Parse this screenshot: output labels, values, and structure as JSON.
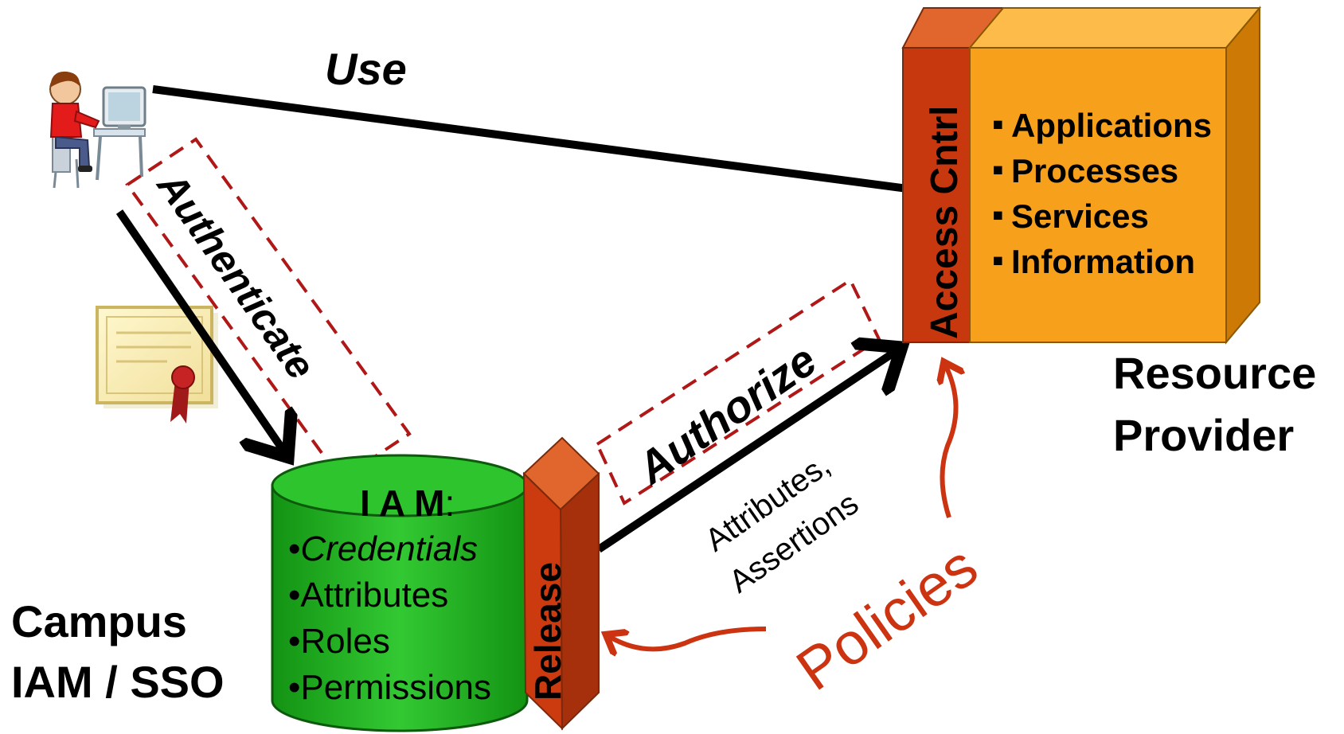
{
  "labels": {
    "use": "Use",
    "authenticate": "Authenticate",
    "authorize": "Authorize",
    "attributes_line1": "Attributes,",
    "attributes_line2": "Assertions",
    "policies": "Policies",
    "access_control": "Access Cntrl",
    "release": "Release"
  },
  "campus": {
    "line1": "Campus",
    "line2": "IAM / SSO"
  },
  "resource_provider": {
    "line1": "Resource",
    "line2": "Provider",
    "items": [
      {
        "bullet": "▪",
        "text": "Applications"
      },
      {
        "bullet": "▪",
        "text": "Processes"
      },
      {
        "bullet": "▪",
        "text": "Services"
      },
      {
        "bullet": "▪",
        "text": "Information"
      }
    ]
  },
  "iam": {
    "title": "I A M",
    "title_suffix": ":",
    "items": [
      {
        "bullet": "•",
        "text": "Credentials",
        "italic": true
      },
      {
        "bullet": "•",
        "text": "Attributes",
        "italic": false
      },
      {
        "bullet": "•",
        "text": "Roles",
        "italic": false
      },
      {
        "bullet": "•",
        "text": "Permissions",
        "italic": false
      }
    ]
  },
  "icons": [
    "user-at-computer-icon",
    "certificate-icon"
  ],
  "colors": {
    "arrow": "#000000",
    "dashed_box": "#b01818",
    "policy": "#cc3311",
    "iam_green": "#1fb01f",
    "release_red": "#c8380f",
    "resource_orange": "#f7a01c"
  }
}
